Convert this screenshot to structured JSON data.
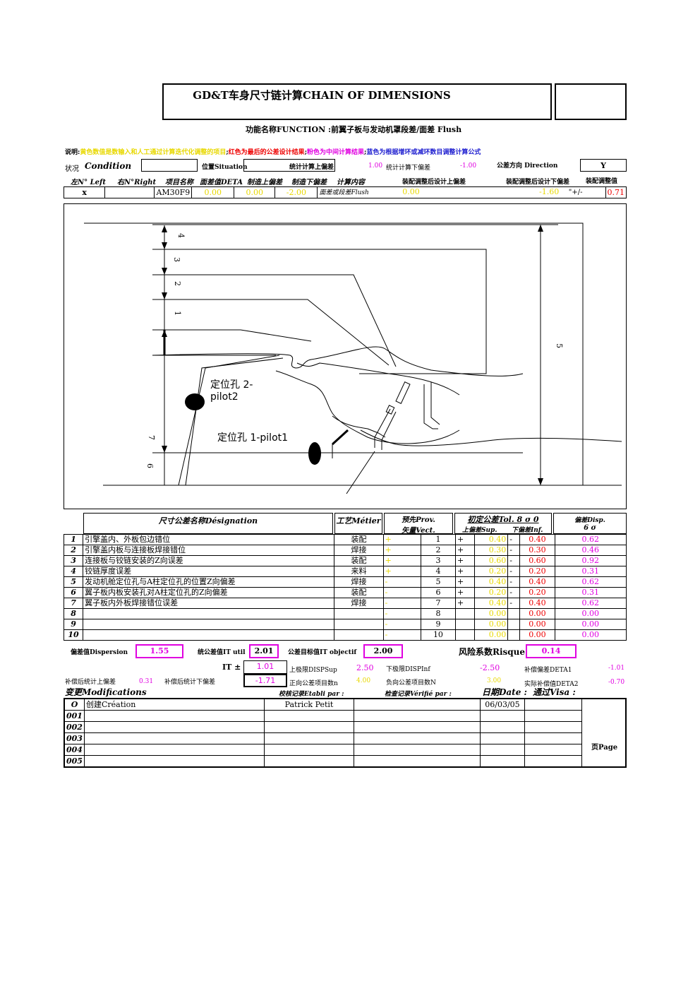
{
  "header": {
    "title": "GD&T车身尺寸链计算CHAIN OF DIMENSIONS",
    "function_line": "功能名称FUNCTION :前翼子板与发动机罩段差/面差  Flush"
  },
  "legend": {
    "prefix": "说明:",
    "yellow": "黄色数值是数输入和人工通过计算迭代化调整的项目",
    "sep1": ";",
    "red": "红色为最后的公差设计结果",
    "sep2": ";",
    "magenta": "粉色为中间计算结果",
    "sep3": ";",
    "blue": "蓝色为根据增环或减环数目调整计算公式"
  },
  "condition_row": {
    "state_label": "状况",
    "condition_label": "Condition",
    "situation_label": "位置Situation",
    "stat_upper_label": "统计计算上偏差",
    "stat_upper_value": "1.00",
    "stat_lower_label": "统计计算下偏差",
    "stat_lower_value": "-1.00",
    "direction_label": "公差方向 Direction",
    "direction_value": "Y"
  },
  "column_headers": {
    "left": "左N° Left",
    "right": "右N°Right",
    "project": "项目名称",
    "deta": "面差值DETA",
    "mfg_upper": "制造上偏差",
    "mfg_lower": "制造下偏差",
    "calc": "计算内容",
    "asm_upper": "装配调整后设计上偏差",
    "asm_lower": "装配调整后设计下偏差",
    "asm_value": "装配调整值"
  },
  "values_row": {
    "left": "x",
    "right": "",
    "project": "AM30F9",
    "deta": "0.00",
    "mfg_upper": "0.00",
    "mfg_lower": "-2.00",
    "calc": "面差或段差Flush",
    "asm_upper": "0.00",
    "asm_lower": "-1.60",
    "plusminus": "\"+/-",
    "asm_value": "0.71"
  },
  "drawing": {
    "dims": [
      "4",
      "3",
      "2",
      "1",
      "5",
      "7",
      "6"
    ],
    "pilot2_line1": "定位孔 2-",
    "pilot2_line2": "pilot2",
    "pilot1": "定位孔 1-pilot1"
  },
  "tol_table": {
    "h_designation": "尺寸公差名称Désignation",
    "h_metier": "工艺Métier",
    "h_prov1": "预先Prov.",
    "h_prov2": "矢量Vect.",
    "h_tol": "初定公差Tol. 8 σ 0",
    "h_sup": "上偏差Sup.",
    "h_inf": "下偏差Inf.",
    "h_disp1": "偏差Disp.",
    "h_disp2": "6 σ",
    "rows": [
      {
        "no": "1",
        "name": "引擎盖内、外板包边错位",
        "metier": "装配",
        "sign": "+",
        "vect": "1",
        "ps": "+",
        "sup": "0.40",
        "ms": "-",
        "inf": "0.40",
        "disp": "0.62"
      },
      {
        "no": "2",
        "name": "引擎盖内板与连接板焊接错位",
        "metier": "焊接",
        "sign": "+",
        "vect": "2",
        "ps": "+",
        "sup": "0.30",
        "ms": "-",
        "inf": "0.30",
        "disp": "0.46"
      },
      {
        "no": "3",
        "name": "连接板与铰链安装的Z向误差",
        "metier": "装配",
        "sign": "+",
        "vect": "3",
        "ps": "+",
        "sup": "0.60",
        "ms": "-",
        "inf": "0.60",
        "disp": "0.92"
      },
      {
        "no": "4",
        "name": "铰链厚度误差",
        "metier": "来料",
        "sign": "+",
        "vect": "4",
        "ps": "+",
        "sup": "0.20",
        "ms": "-",
        "inf": "0.20",
        "disp": "0.31"
      },
      {
        "no": "5",
        "name": "发动机舱定位孔与A柱定位孔的位置Z向偏差",
        "metier": "焊接",
        "sign": "-",
        "vect": "5",
        "ps": "+",
        "sup": "0.40",
        "ms": "-",
        "inf": "0.40",
        "disp": "0.62"
      },
      {
        "no": "6",
        "name": "翼子板内板安装孔对A柱定位孔的Z向偏差",
        "metier": "装配",
        "sign": "-",
        "vect": "6",
        "ps": "+",
        "sup": "0.20",
        "ms": "-",
        "inf": "0.20",
        "disp": "0.31"
      },
      {
        "no": "7",
        "name": "翼子板内外板焊接错位误差",
        "metier": "焊接",
        "sign": "-",
        "vect": "7",
        "ps": "+",
        "sup": "0.40",
        "ms": "-",
        "inf": "0.40",
        "disp": "0.62"
      },
      {
        "no": "8",
        "name": "",
        "metier": "",
        "sign": "-",
        "vect": "8",
        "ps": "",
        "sup": "0.00",
        "ms": "",
        "inf": "0.00",
        "disp": "0.00"
      },
      {
        "no": "9",
        "name": "",
        "metier": "",
        "sign": "-",
        "vect": "9",
        "ps": "",
        "sup": "0.00",
        "ms": "",
        "inf": "0.00",
        "disp": "0.00"
      },
      {
        "no": "10",
        "name": "",
        "metier": "",
        "sign": "-",
        "vect": "10",
        "ps": "",
        "sup": "0.00",
        "ms": "",
        "inf": "0.00",
        "disp": "0.00"
      }
    ]
  },
  "summary": {
    "dispersion_label": "偏差值Dispersion",
    "dispersion_value": "1.55",
    "it_util_label": "统公差值IT util",
    "it_util_value": "2.01",
    "it_obj_label": "公差目标值IT objectif",
    "it_obj_value": "2.00",
    "risque_label": "风险系数Risque",
    "risque_value": "0.14",
    "it_pm_label": "IT ±",
    "it_pm_value1": "1.01",
    "it_pm_value2": "-1.71",
    "disp_sup_label": "上极限DISPSup",
    "disp_sup_value": "2.50",
    "disp_inf_label": "下极限DISPInf",
    "disp_inf_value": "-2.50",
    "deta1_label": "补偿偏差DETA1",
    "deta1_value": "-1.01",
    "comp_upper_label": "补偿后统计上偏差",
    "comp_upper_value": "0.31",
    "comp_lower_label": "补偿后统计下偏差",
    "pos_count_label": "正向公差项目数n",
    "pos_count_value": "4.00",
    "neg_count_label": "负向公差项目数N",
    "neg_count_value": "3.00",
    "deta2_label": "实际补偿值DETA2",
    "deta2_value": "-0.70"
  },
  "modifications": {
    "h_mod": "变更Modifications",
    "h_etabli": "校核记录Etabli par :",
    "h_verifie": "检查记录Vérifié par :",
    "h_date": "日期Date :",
    "h_visa": "通过Visa :",
    "page_label": "页Page",
    "rows": [
      {
        "no": "O",
        "text": "创建Création",
        "etabli": "Patrick Petit",
        "verifie": "",
        "date": "06/03/05",
        "visa": ""
      },
      {
        "no": "001",
        "text": "",
        "etabli": "",
        "verifie": "",
        "date": "",
        "visa": ""
      },
      {
        "no": "002",
        "text": "",
        "etabli": "",
        "verifie": "",
        "date": "",
        "visa": ""
      },
      {
        "no": "003",
        "text": "",
        "etabli": "",
        "verifie": "",
        "date": "",
        "visa": ""
      },
      {
        "no": "004",
        "text": "",
        "etabli": "",
        "verifie": "",
        "date": "",
        "visa": ""
      },
      {
        "no": "005",
        "text": "",
        "etabli": "",
        "verifie": "",
        "date": "",
        "visa": ""
      }
    ]
  }
}
